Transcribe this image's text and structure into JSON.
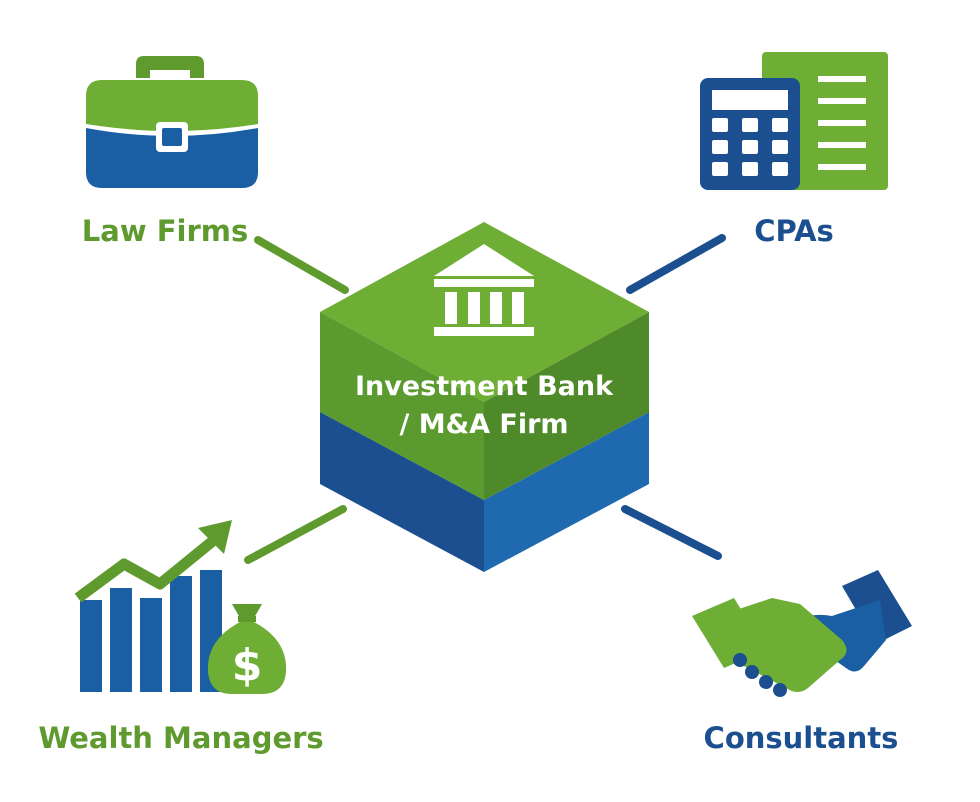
{
  "colors": {
    "green": "#5e9a2e",
    "green_light": "#6fae35",
    "green_dark": "#4f8a2a",
    "blue": "#1a5fa3",
    "blue_dark": "#1b4f8f",
    "white": "#ffffff"
  },
  "center": {
    "icon": "bank-building-icon",
    "line1": "Investment Bank",
    "line2": "/ M&A Firm"
  },
  "partners": {
    "law_firms": {
      "label": "Law Firms",
      "icon": "briefcase-icon"
    },
    "cpas": {
      "label": "CPAs",
      "icon": "calculator-document-icon"
    },
    "wealth_managers": {
      "label": "Wealth Managers",
      "icon": "growth-chart-money-bag-icon"
    },
    "consultants": {
      "label": "Consultants",
      "icon": "handshake-icon"
    }
  }
}
